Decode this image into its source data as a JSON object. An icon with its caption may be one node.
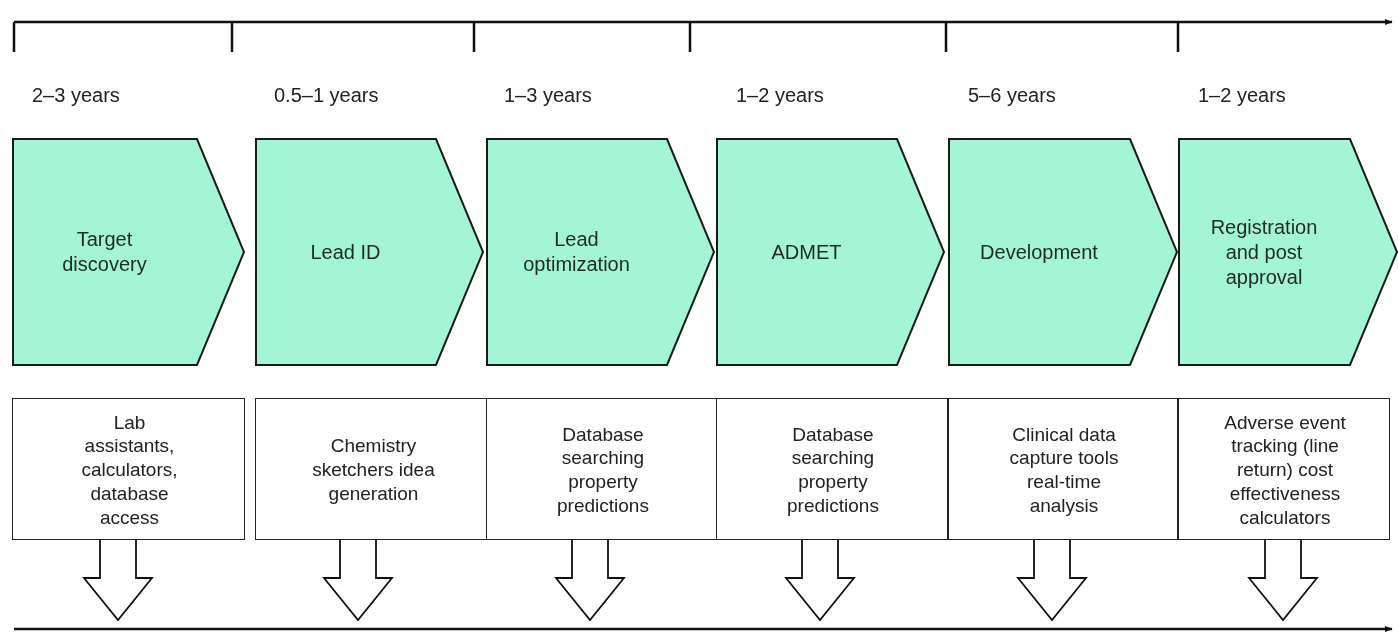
{
  "diagram": {
    "nodes": [
      {
        "text": [
          "Target discovery"
        ],
        "beside": [
          "2–3 years"
        ]
      },
      {
        "text": [
          "Lead ID"
        ],
        "beside": [
          "0.5–1 years"
        ]
      },
      {
        "text": [
          "Lead optimization"
        ],
        "beside": [
          "1–3 years"
        ]
      },
      {
        "text": [
          "ADMET"
        ],
        "beside": [
          "1–2 years"
        ]
      },
      {
        "text": [
          "Development"
        ],
        "beside": [
          "5–6 years"
        ]
      },
      {
        "text": [
          "Registration and post approval"
        ],
        "beside": [
          "1–2 years"
        ]
      },
      {
        "text": [
          "Lab assistants, calculators, database access"
        ]
      },
      {
        "text": [
          "Chemistry sketchers idea generation"
        ]
      },
      {
        "text": [
          "Database searching property predictions"
        ]
      },
      {
        "text": [
          "Database searching property predictions"
        ]
      },
      {
        "text": [
          "Clinical data capture tools real-time analysis"
        ]
      },
      {
        "text": [
          "Adverse event tracking (line return) cost effectiveness calculators"
        ]
      }
    ],
    "edges": [
      {
        "from": 6,
        "to": null,
        "arrow": "to"
      },
      {
        "from": 7,
        "to": null,
        "arrow": "to"
      },
      {
        "from": 8,
        "to": null,
        "arrow": "to"
      },
      {
        "from": 9,
        "to": null,
        "arrow": "to"
      },
      {
        "from": 10,
        "to": null,
        "arrow": "to"
      },
      {
        "from": 11,
        "to": null,
        "arrow": "to"
      }
    ]
  }
}
